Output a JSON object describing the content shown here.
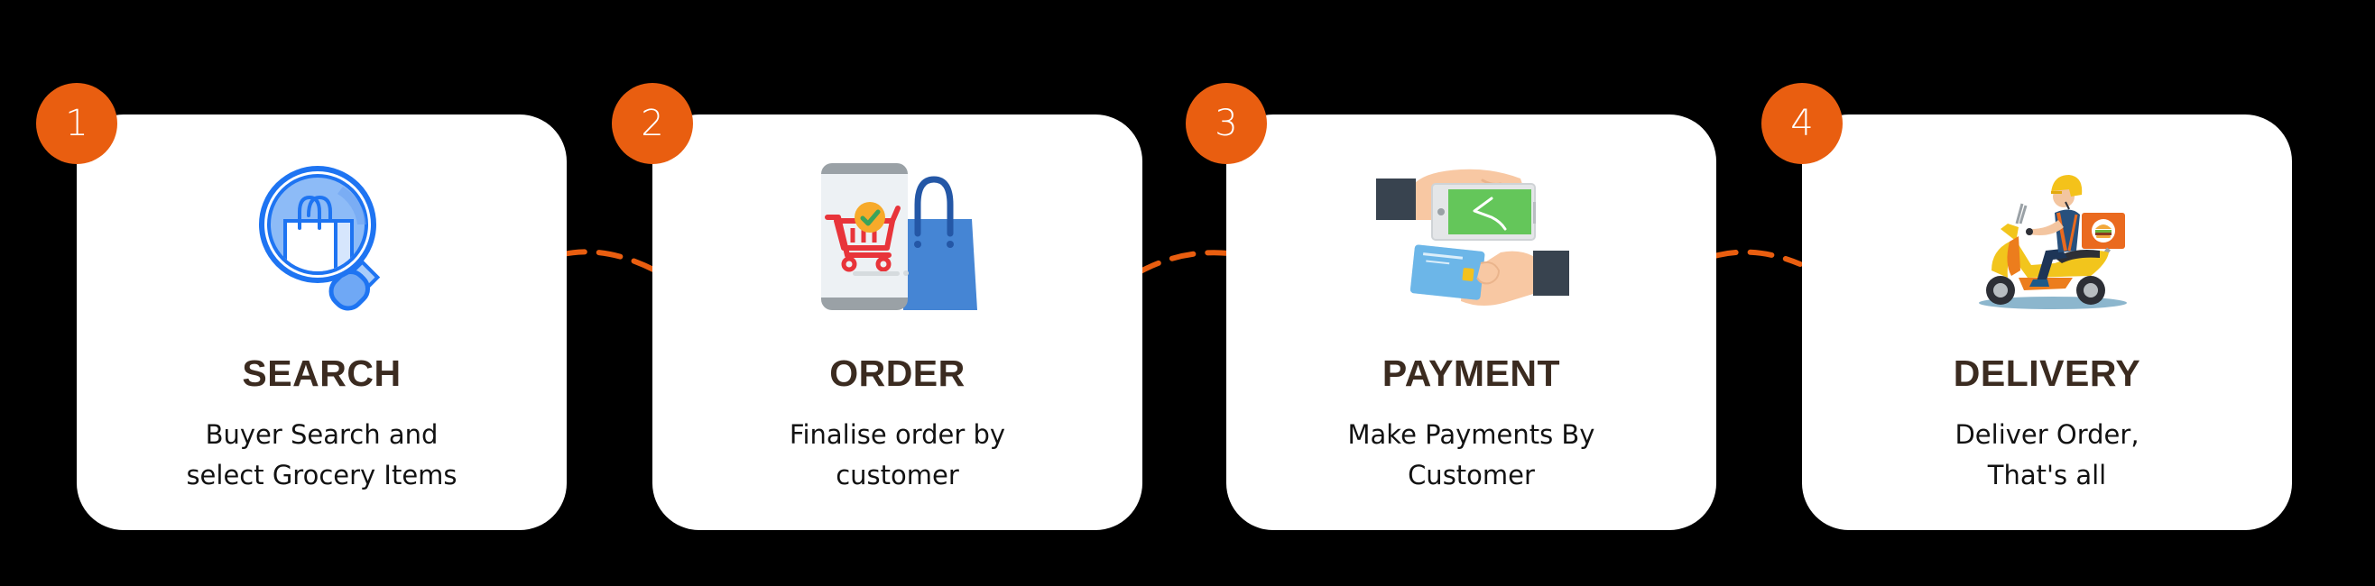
{
  "theme": {
    "background": "#000000",
    "card_background": "#ffffff",
    "accent": "#e95e10",
    "title_color": "#3b2b20",
    "text_color": "#121212",
    "connector_color": "#e95e10"
  },
  "steps": [
    {
      "number": "1",
      "title": "SEARCH",
      "description_lines": [
        "Buyer Search and",
        "select Grocery Items"
      ],
      "icon": "magnifier-shopping-bag-icon"
    },
    {
      "number": "2",
      "title": "ORDER",
      "description_lines": [
        "Finalise order by",
        "customer"
      ],
      "icon": "phone-cart-bag-icon"
    },
    {
      "number": "3",
      "title": "PAYMENT",
      "description_lines": [
        "Make Payments By",
        "Customer"
      ],
      "icon": "hands-phone-card-icon"
    },
    {
      "number": "4",
      "title": "DELIVERY",
      "description_lines": [
        "Deliver Order,",
        "That's all"
      ],
      "icon": "delivery-scooter-icon"
    }
  ],
  "connectors": [
    {
      "from": "1",
      "to": "2",
      "style": "dashed"
    },
    {
      "from": "2",
      "to": "3",
      "style": "dashed"
    },
    {
      "from": "3",
      "to": "4",
      "style": "dashed"
    }
  ]
}
